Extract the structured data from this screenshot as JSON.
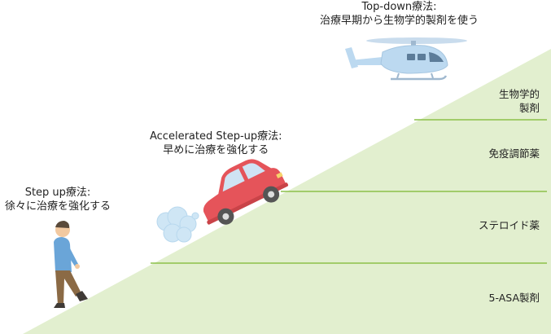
{
  "approaches": {
    "step_up": {
      "title": "Step up療法:",
      "desc": "徐々に治療を強化する"
    },
    "accelerated": {
      "title": "Accelerated Step-up療法:",
      "desc": "早めに治療を強化する"
    },
    "top_down": {
      "title": "Top-down療法:",
      "desc": "治療早期から生物学的製剤を使う"
    }
  },
  "tiers": [
    {
      "line1": "生物学的",
      "line2": "製剤"
    },
    {
      "line1": "免疫調節薬"
    },
    {
      "line1": "ステロイド薬"
    },
    {
      "line1": "5-ASA製剤"
    }
  ],
  "colors": {
    "slope": "#e2efcf",
    "divider": "#8cc14a",
    "car": "#e5545a",
    "helicopter": "#bcd9f0",
    "exhaust": "#cfe6f5",
    "person_shirt": "#6aa5d8",
    "person_pants": "#8b6a45"
  },
  "icons": {
    "person": "walking-person-icon",
    "car": "car-icon",
    "helicopter": "helicopter-icon",
    "exhaust": "exhaust-cloud-icon"
  }
}
